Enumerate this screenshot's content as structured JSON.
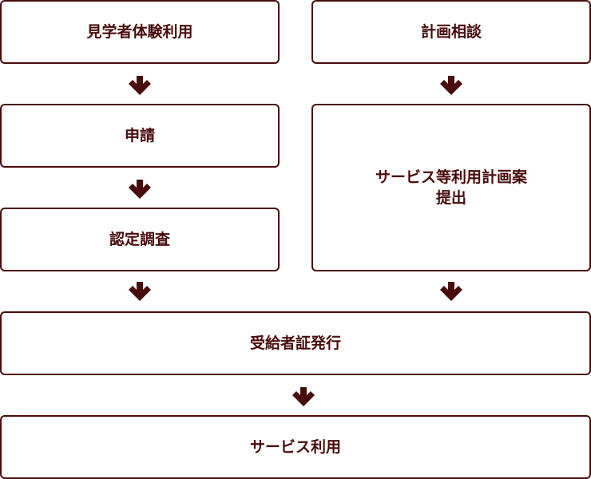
{
  "colors": {
    "primary": "#4a0b0b",
    "background": "#ffffff"
  },
  "steps": {
    "visit": "見学者体験利用",
    "consult": "計画相談",
    "apply": "申請",
    "plan_line1": "サービス等利用計画案",
    "plan_line2": "提出",
    "assess": "認定調査",
    "issue": "受給者証発行",
    "use": "サービス利用"
  },
  "icons": {
    "arrow": "arrow-down-icon"
  }
}
